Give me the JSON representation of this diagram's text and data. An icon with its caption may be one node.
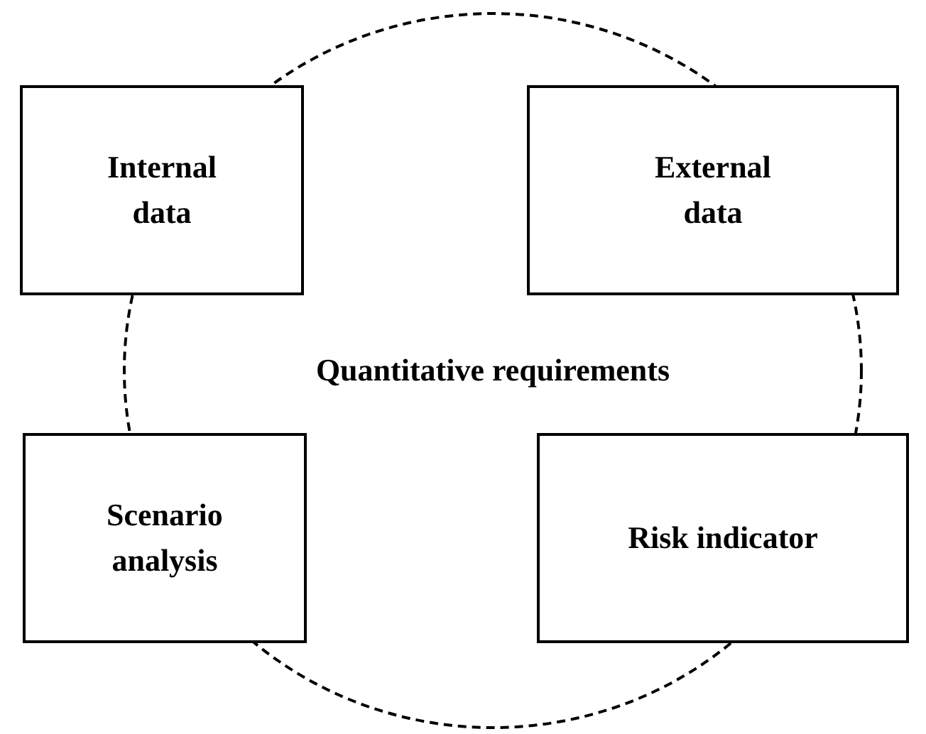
{
  "diagram": {
    "nodes": [
      {
        "text": [
          "Quantitative requirements"
        ]
      },
      {
        "text": [
          "Internal data"
        ]
      },
      {
        "text": [
          "External data"
        ]
      },
      {
        "text": [
          "Scenario analysis"
        ]
      },
      {
        "text": [
          "Risk indicator"
        ]
      }
    ]
  }
}
